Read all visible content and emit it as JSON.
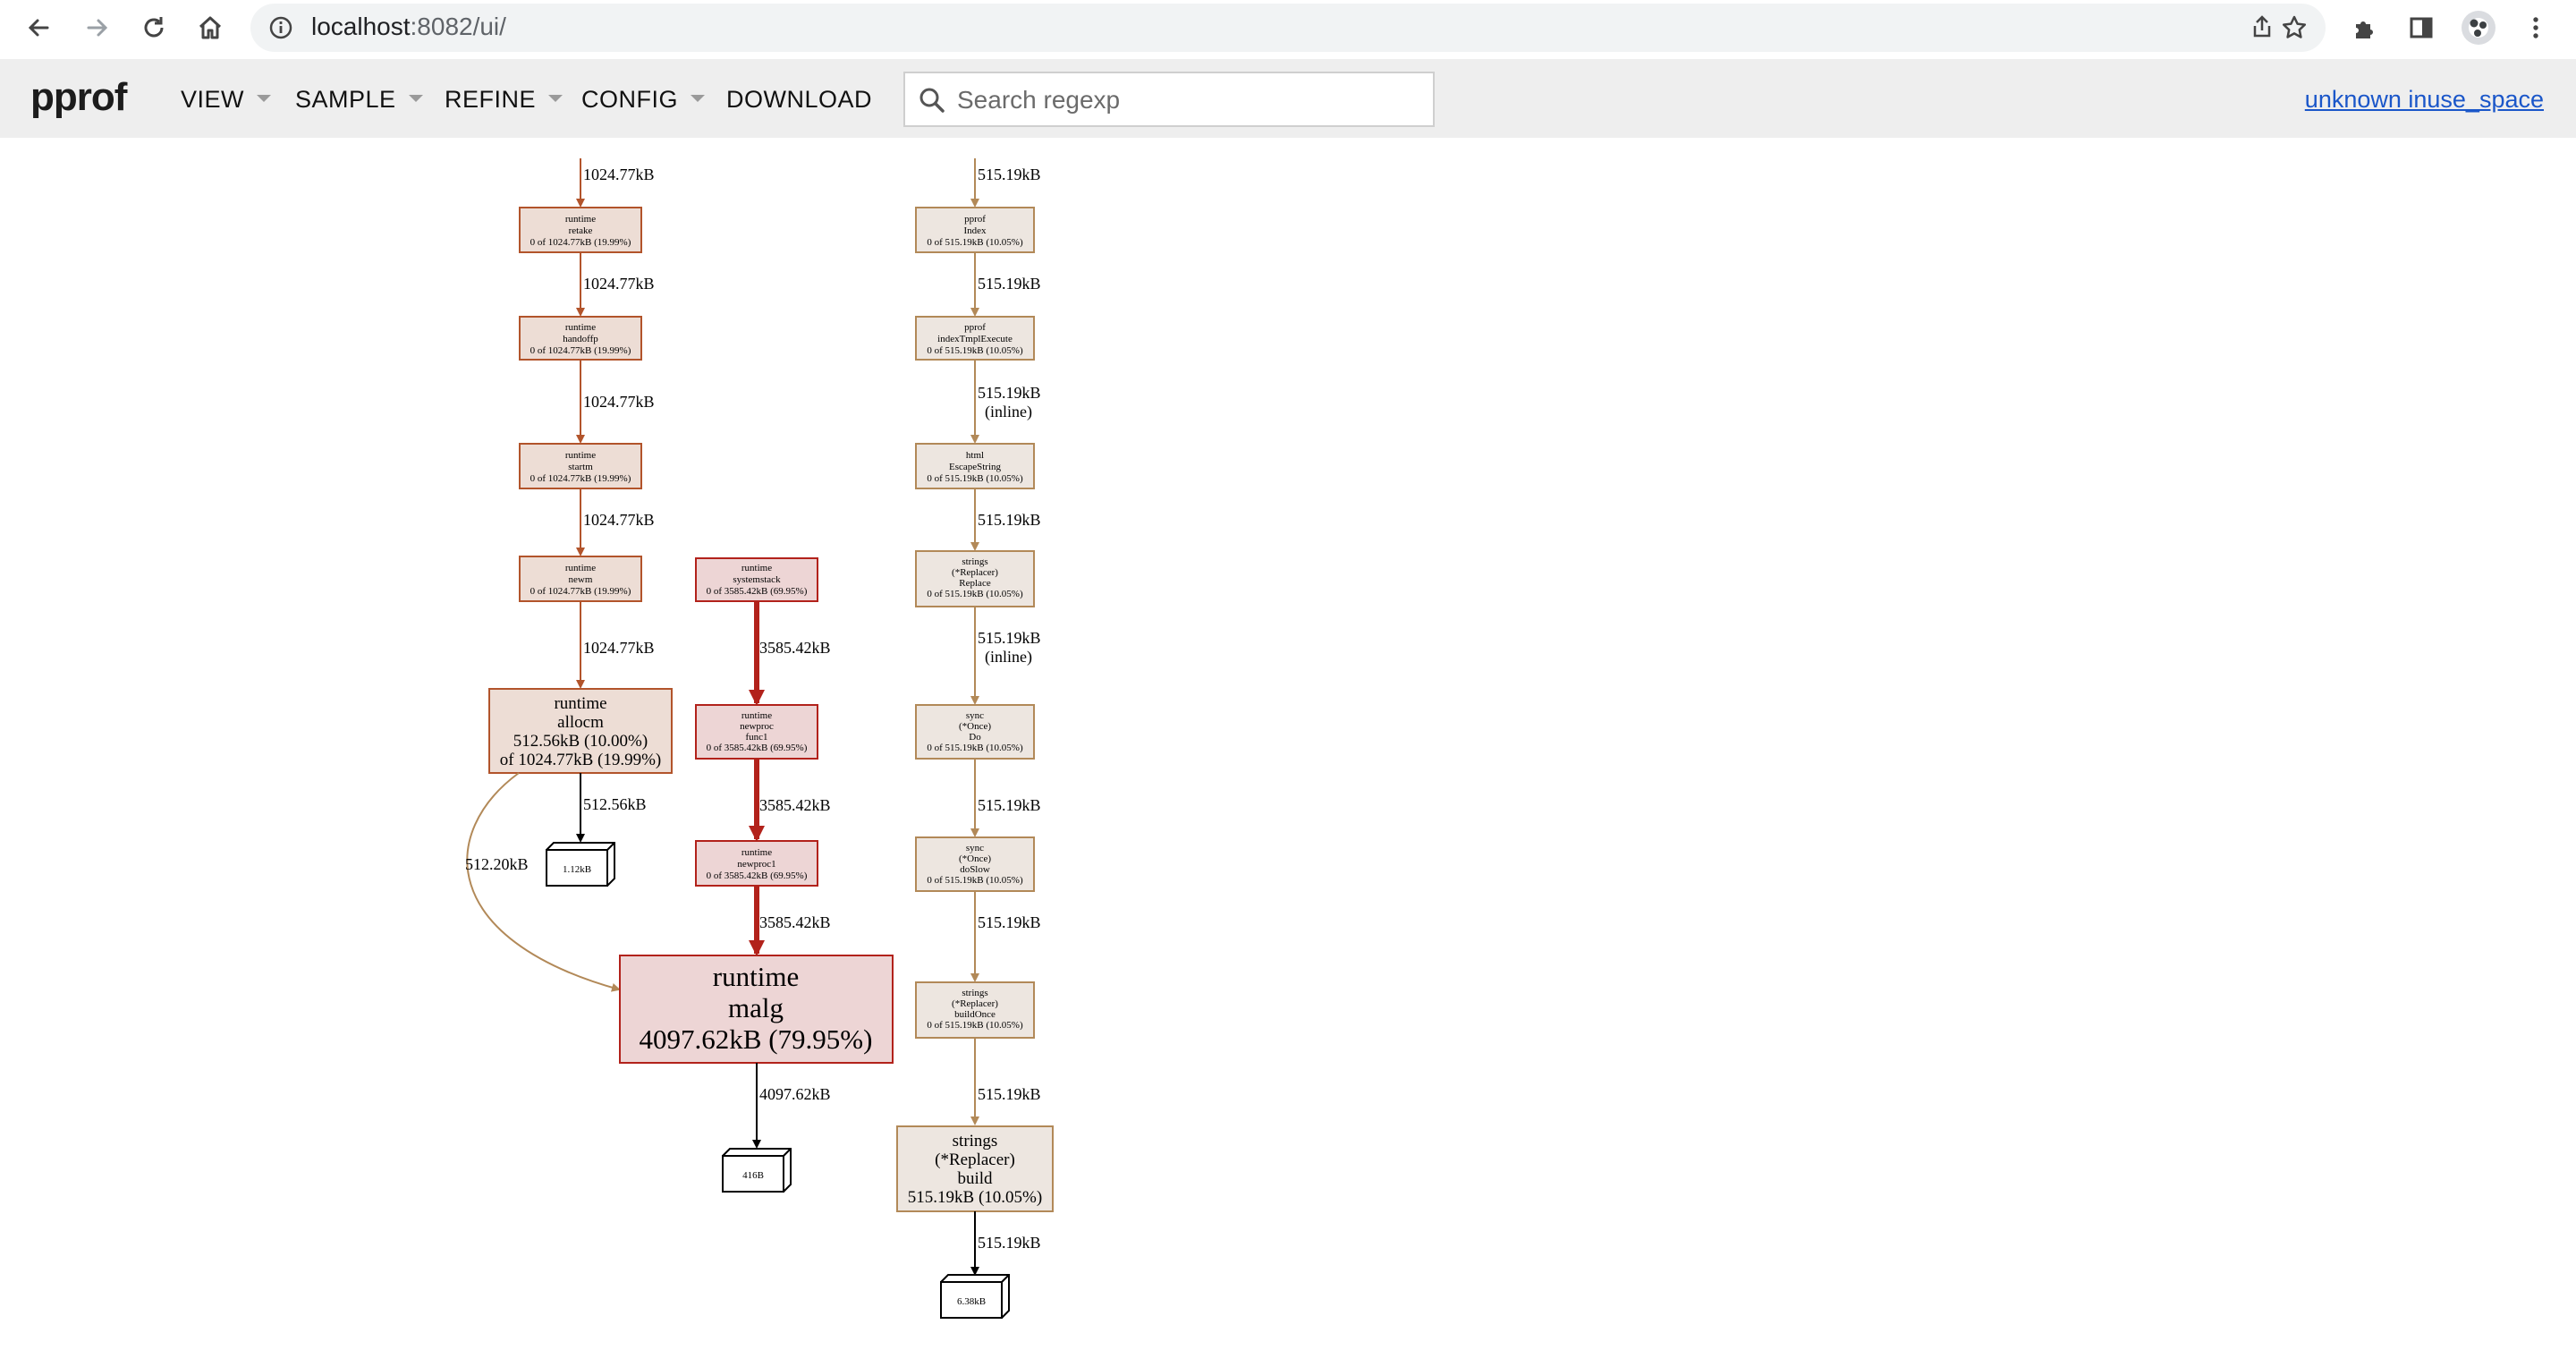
{
  "browser": {
    "url_host": "localhost",
    "url_rest": ":8082/ui/",
    "icons": [
      "back-arrow-icon",
      "forward-arrow-icon",
      "reload-icon",
      "home-icon",
      "info-icon",
      "share-icon",
      "star-icon",
      "extensions-icon",
      "sidepanel-icon",
      "profile-avatar-icon",
      "more-menu-icon"
    ]
  },
  "header": {
    "logo": "pprof",
    "menus": [
      "VIEW",
      "SAMPLE",
      "REFINE",
      "CONFIG"
    ],
    "download": "DOWNLOAD",
    "search_placeholder": "Search regexp",
    "legend_link": "unknown inuse_space"
  },
  "graph": {
    "nodes": {
      "retake": [
        "runtime",
        "retake",
        "0 of 1024.77kB (19.99%)"
      ],
      "handoffp": [
        "runtime",
        "handoffp",
        "0 of 1024.77kB (19.99%)"
      ],
      "startm": [
        "runtime",
        "startm",
        "0 of 1024.77kB (19.99%)"
      ],
      "newm": [
        "runtime",
        "newm",
        "0 of 1024.77kB (19.99%)"
      ],
      "allocm": [
        "runtime",
        "allocm",
        "512.56kB (10.00%)",
        "of 1024.77kB (19.99%)"
      ],
      "alloc_block": [
        "1.12kB"
      ],
      "systemstack": [
        "runtime",
        "systemstack",
        "0 of 3585.42kB (69.95%)"
      ],
      "newproc_func1": [
        "runtime",
        "newproc",
        "func1",
        "0 of 3585.42kB (69.95%)"
      ],
      "newproc1": [
        "runtime",
        "newproc1",
        "0 of 3585.42kB (69.95%)"
      ],
      "malg": [
        "runtime",
        "malg",
        "4097.62kB (79.95%)"
      ],
      "malg_block": [
        "416B"
      ],
      "pprof_index": [
        "pprof",
        "Index",
        "0 of 515.19kB (10.05%)"
      ],
      "indexTmplExecute": [
        "pprof",
        "indexTmplExecute",
        "0 of 515.19kB (10.05%)"
      ],
      "escape": [
        "html",
        "EscapeString",
        "0 of 515.19kB (10.05%)"
      ],
      "replace": [
        "strings",
        "(*Replacer)",
        "Replace",
        "0 of 515.19kB (10.05%)"
      ],
      "once_do": [
        "sync",
        "(*Once)",
        "Do",
        "0 of 515.19kB (10.05%)"
      ],
      "once_doslow": [
        "sync",
        "(*Once)",
        "doSlow",
        "0 of 515.19kB (10.05%)"
      ],
      "buildonce": [
        "strings",
        "(*Replacer)",
        "buildOnce",
        "0 of 515.19kB (10.05%)"
      ],
      "build": [
        "strings",
        "(*Replacer)",
        "build",
        "515.19kB (10.05%)"
      ],
      "build_block": [
        "6.38kB"
      ]
    },
    "edges": {
      "into_retake": "1024.77kB",
      "retake_handoffp": "1024.77kB",
      "handoffp_startm": "1024.77kB",
      "startm_newm": "1024.77kB",
      "newm_allocm": "1024.77kB",
      "allocm_block": "512.56kB",
      "allocm_malg": "512.20kB",
      "systemstack_newproc": "3585.42kB",
      "newproc_newproc1": "3585.42kB",
      "newproc1_malg": "3585.42kB",
      "malg_block": "4097.62kB",
      "into_index": "515.19kB",
      "index_tmpl": "515.19kB",
      "tmpl_escape": [
        "515.19kB",
        "(inline)"
      ],
      "escape_replace": "515.19kB",
      "replace_do": [
        "515.19kB",
        "(inline)"
      ],
      "do_doslow": "515.19kB",
      "doslow_buildonce": "515.19kB",
      "buildonce_build": "515.19kB",
      "build_block": "515.19kB"
    }
  }
}
